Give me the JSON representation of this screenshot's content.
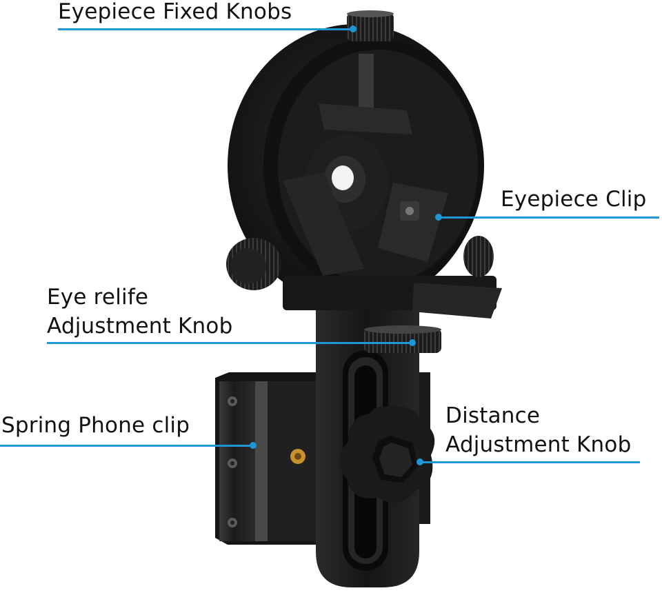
{
  "callouts": {
    "eyepiece_fixed_knobs": {
      "lines": [
        "Eyepiece Fixed Knobs"
      ]
    },
    "eyepiece_clip": {
      "lines": [
        "Eyepiece Clip"
      ]
    },
    "eye_relief_adjustment_knob": {
      "lines": [
        "Eye relife",
        "Adjustment Knob"
      ]
    },
    "spring_phone_clip": {
      "lines": [
        "Spring Phone clip"
      ]
    },
    "distance_adjustment_knob": {
      "lines": [
        "Distance",
        "Adjustment Knob"
      ]
    }
  },
  "colors": {
    "leader_line": "#1f97d4",
    "product_body": "#1a1a1a",
    "brass_insert": "#c8902e"
  }
}
